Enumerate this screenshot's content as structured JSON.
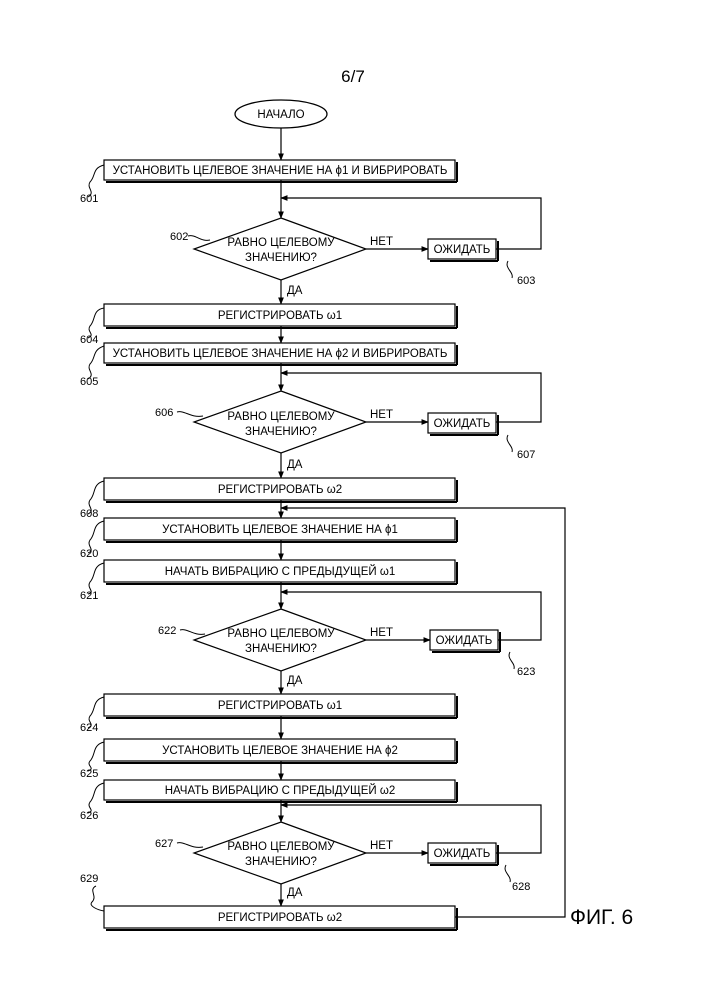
{
  "page_number": "6/7",
  "figure_label": "ФИГ. 6",
  "start": "НАЧАЛО",
  "yes": "ДА",
  "no": "НЕТ",
  "wait": "ОЖИДАТЬ",
  "decision_line1": "РАВНО ЦЕЛЕВОМУ",
  "decision_line2": "ЗНАЧЕНИЮ?",
  "steps": {
    "s601": "УСТАНОВИТЬ ЦЕЛЕВОЕ ЗНАЧЕНИЕ НА ϕ1 И ВИБРИРОВАТЬ",
    "s604": "РЕГИСТРИРОВАТЬ  ω1",
    "s605": "УСТАНОВИТЬ ЦЕЛЕВОЕ ЗНАЧЕНИЕ НА ϕ2 И ВИБРИРОВАТЬ",
    "s608": "РЕГИСТРИРОВАТЬ ω2",
    "s620": "УСТАНОВИТЬ ЦЕЛЕВОЕ ЗНАЧЕНИЕ НА ϕ1",
    "s621": "НАЧАТЬ ВИБРАЦИЮ С ПРЕДЫДУЩЕЙ ω1",
    "s624": "РЕГИСТРИРОВАТЬ  ω1",
    "s625": "УСТАНОВИТЬ ЦЕЛЕВОЕ ЗНАЧЕНИЕ НА ϕ2",
    "s626": "НАЧАТЬ ВИБРАЦИЮ С ПРЕДЫДУЩЕЙ ω2",
    "s629": "РЕГИСТРИРОВАТЬ  ω2"
  },
  "refs": {
    "r601": "601",
    "r602": "602",
    "r603": "603",
    "r604": "604",
    "r605": "605",
    "r606": "606",
    "r607": "607",
    "r608": "608",
    "r620": "620",
    "r621": "621",
    "r622": "622",
    "r623": "623",
    "r624": "624",
    "r625": "625",
    "r626": "626",
    "r627": "627",
    "r628": "628",
    "r629": "629"
  }
}
